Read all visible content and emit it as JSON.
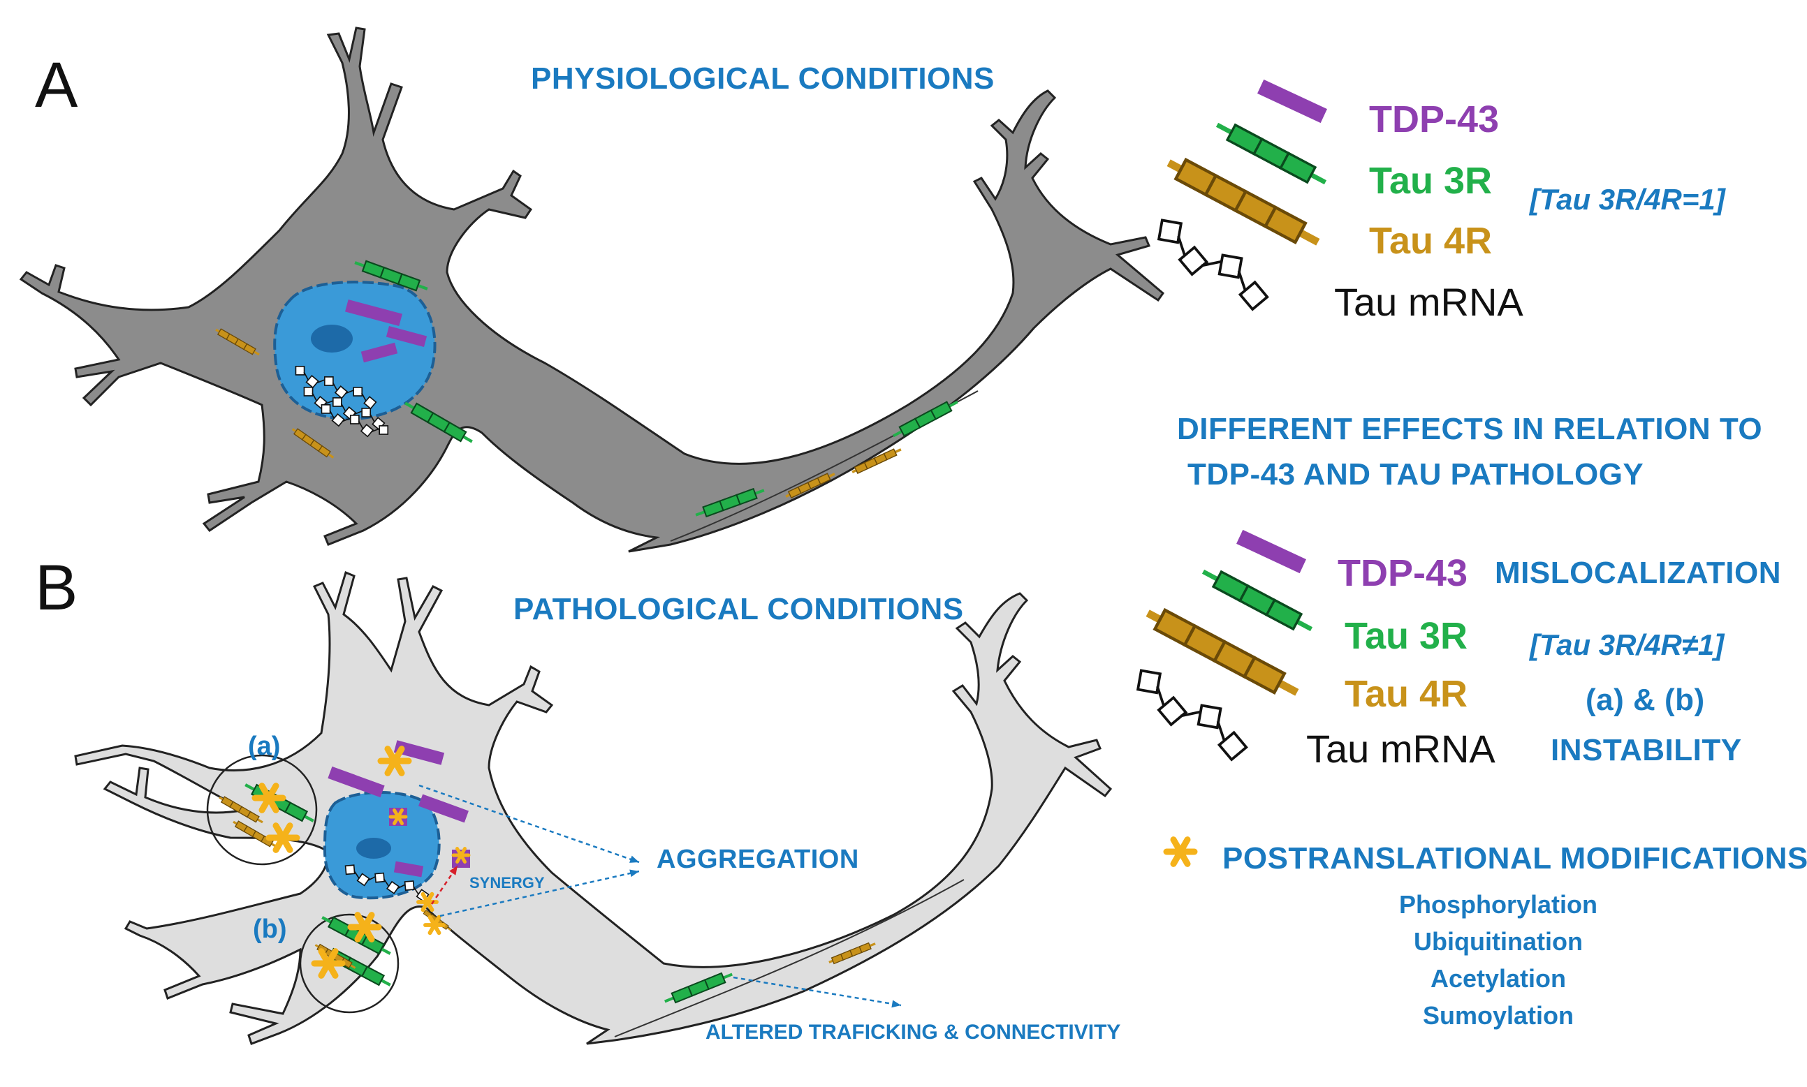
{
  "panels": {
    "a": {
      "letter": "A",
      "title": "PHYSIOLOGICAL CONDITIONS"
    },
    "b": {
      "letter": "B",
      "title": "PATHOLOGICAL CONDITIONS"
    }
  },
  "legend_a": {
    "tdp43": "TDP-43",
    "tau3r": "Tau 3R",
    "tau4r": "Tau 4R",
    "mrna": "Tau mRNA",
    "ratio": "[Tau 3R/4R=1]"
  },
  "middle_heading": {
    "line1": "DIFFERENT EFFECTS IN RELATION TO",
    "line2": "TDP-43 AND TAU PATHOLOGY"
  },
  "legend_b": {
    "tdp43": "TDP-43",
    "mislocalization": "MISLOCALIZATION",
    "tau3r": "Tau 3R",
    "tau4r": "Tau 4R",
    "mrna": "Tau mRNA",
    "ratio": "[Tau 3R/4R≠1]",
    "ab": "(a) & (b)",
    "instability": "INSTABILITY"
  },
  "ptm": {
    "title": "POSTRANSLATIONAL MODIFICATIONS",
    "items": [
      "Phosphorylation",
      "Ubiquitination",
      "Acetylation",
      "Sumoylation"
    ]
  },
  "panel_b_labels": {
    "a": "(a)",
    "b": "(b)",
    "aggregation": "AGGREGATION",
    "synergy": "SYNERGY",
    "trafficking": "ALTERED TRAFICKING & CONNECTIVITY"
  },
  "colors": {
    "tdp43": "#8e3fb0",
    "tau3r": "#22b04a",
    "tau4r": "#c8921a",
    "accent_blue": "#1a7ac0",
    "neuron_a": "#8c8c8c",
    "neuron_b": "#dedede",
    "nucleus": "#3a9ad8",
    "star": "#f5b21a"
  }
}
